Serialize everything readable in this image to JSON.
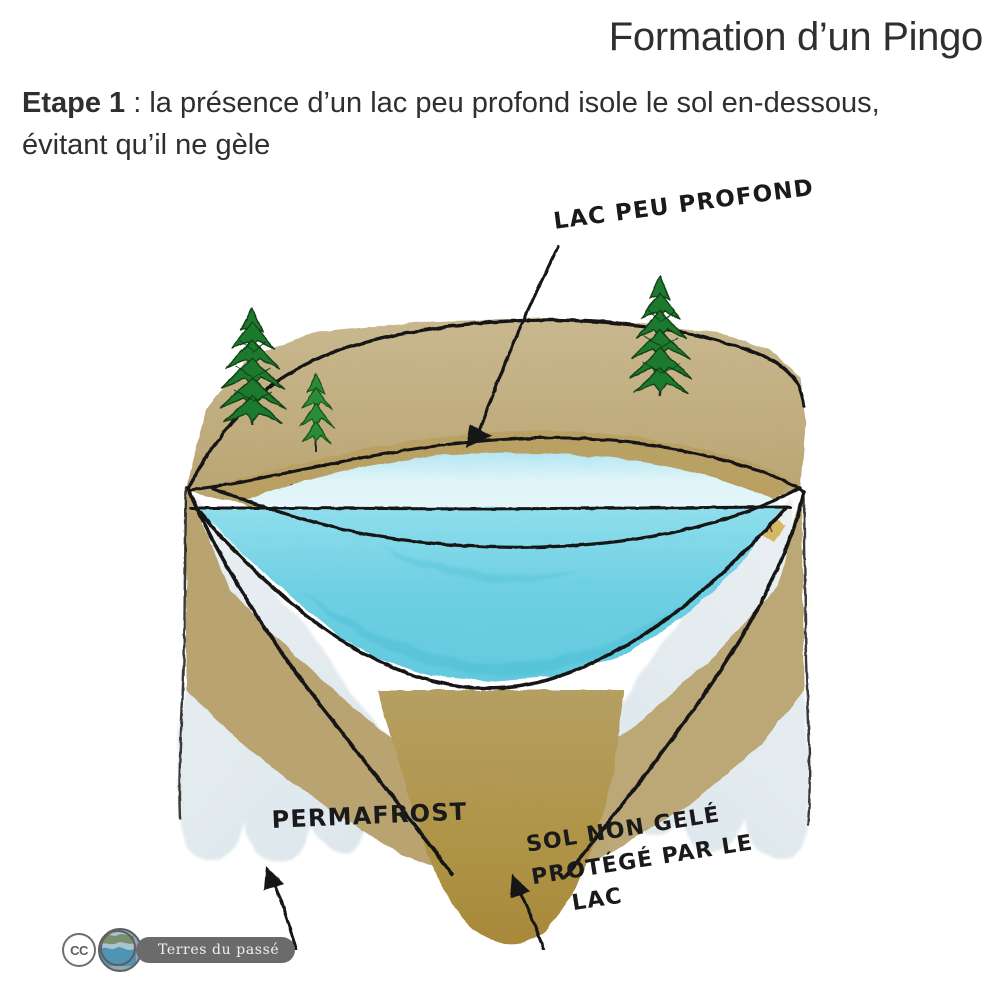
{
  "header": {
    "title": "Formation d’un Pingo",
    "step_label": "Etape 1",
    "step_body": " : la présence d’un lac peu profond isole le sol en-dessous, évitant qu’il ne gèle"
  },
  "annotations": {
    "lake": "LAC PEU PROFOND",
    "permafrost": "PERMAFROST",
    "unfrozen_line1": "SOL NON GELÉ",
    "unfrozen_line2": "PROTÉGÉ PAR LE",
    "unfrozen_line3": "LAC"
  },
  "watermark": {
    "cc": "CC",
    "text": "Terres du passé"
  },
  "colors": {
    "text": "#2f2f2f",
    "ink": "#1a1a1a",
    "soil_top": "#c0ae82",
    "soil_mid": "#b8a26a",
    "soil_dark": "#ab8f3c",
    "sand_band": "#d8bb60",
    "lake_surface": "#dff4f8",
    "lake_surface_edge": "#a9e3f0",
    "water_section": "#7dd8e8",
    "water_section_deep": "#5fc9dd",
    "permafrost": "#e3ebee",
    "tree_green": "#1f7a2e",
    "tree_green_dark": "#14561f",
    "watermark_plate": "#6b6b6b"
  },
  "diagram": {
    "type": "cross-section-block-diagram",
    "subject": "pingo formation stage 1",
    "parts": [
      "shallow lake",
      "permafrost",
      "unfrozen soil protected by the lake",
      "conifer trees",
      "tundra ground surface"
    ]
  }
}
